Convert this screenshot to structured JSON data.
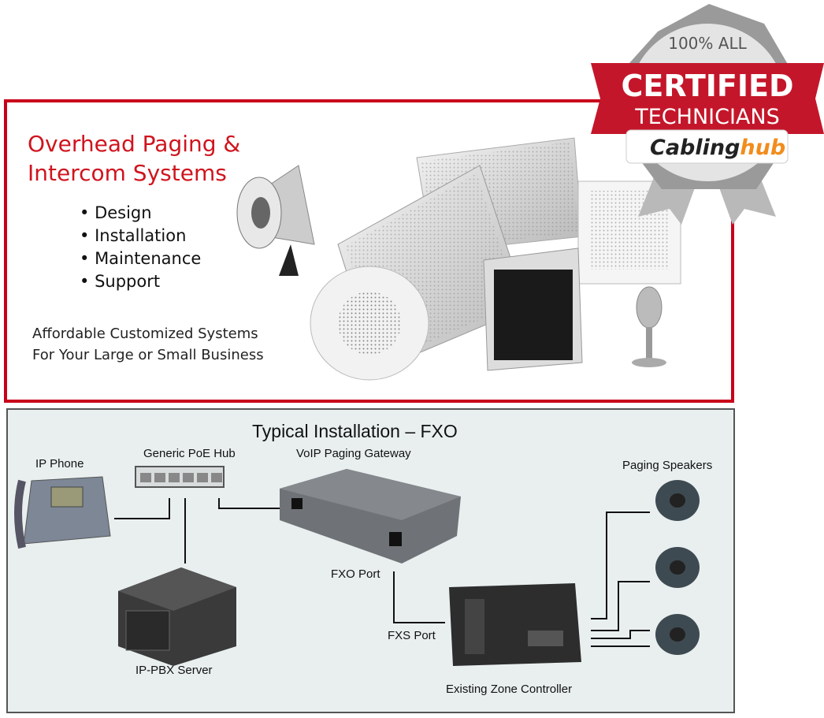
{
  "promo": {
    "headline": [
      "Overhead Paging &",
      "Intercom Systems"
    ],
    "services": [
      "Design",
      "Installation",
      "Maintenance",
      "Support"
    ],
    "tagline": [
      "Affordable Customized Systems",
      "For Your Large or Small Business"
    ],
    "accent_color": "#c8001a"
  },
  "badge": {
    "top": "100% ALL",
    "main": "CERTIFIED",
    "sub": "TECHNICIANS",
    "brand_a": "Cabling",
    "brand_b": "hub"
  },
  "diagram": {
    "title": "Typical Installation – FXO",
    "labels": {
      "ip_phone": "IP Phone",
      "poe_hub": "Generic PoE Hub",
      "gateway": "VoIP Paging Gateway",
      "speakers": "Paging Speakers",
      "fxo": "FXO Port",
      "fxs": "FXS Port",
      "pbx": "IP-PBX Server",
      "zone": "Existing Zone Controller"
    }
  }
}
